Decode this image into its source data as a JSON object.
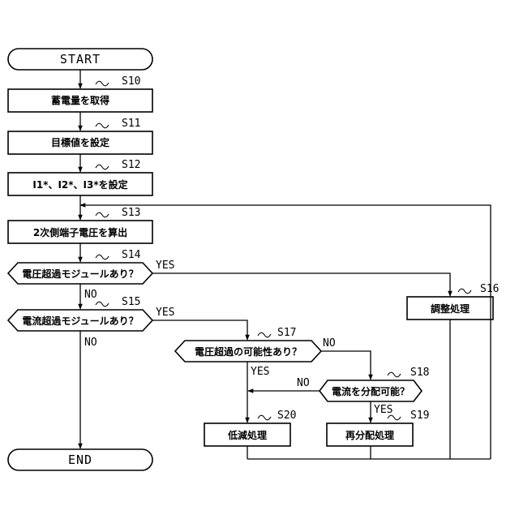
{
  "nodes": {
    "start": "START",
    "end": "END",
    "s10": {
      "step": "S10",
      "label": "蓄電量を取得"
    },
    "s11": {
      "step": "S11",
      "label": "目標値を設定"
    },
    "s12": {
      "step": "S12",
      "label": "I1*、I2*、I3*を設定"
    },
    "s13": {
      "step": "S13",
      "label": "2次側端子電圧を算出"
    },
    "s14": {
      "step": "S14",
      "label": "電圧超過モジュールあり？"
    },
    "s15": {
      "step": "S15",
      "label": "電流超過モジュールあり？"
    },
    "s16": {
      "step": "S16",
      "label": "調整処理"
    },
    "s17": {
      "step": "S17",
      "label": "電圧超過の可能性あり？"
    },
    "s18": {
      "step": "S18",
      "label": "電流を分配可能？"
    },
    "s19": {
      "step": "S19",
      "label": "再分配処理"
    },
    "s20": {
      "step": "S20",
      "label": "低減処理"
    }
  },
  "branches": {
    "s14_yes": "YES",
    "s14_no": "NO",
    "s15_yes": "YES",
    "s15_no": "NO",
    "s17_yes": "YES",
    "s17_no": "NO",
    "s18_yes": "YES",
    "s18_no": "NO"
  }
}
